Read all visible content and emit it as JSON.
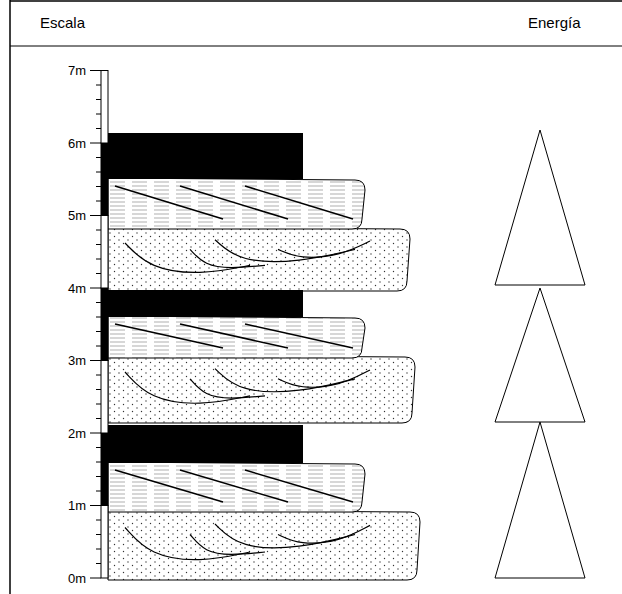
{
  "diagram": {
    "labels": [
      "Escala",
      "Energía",
      "7m",
      "6m",
      "5m",
      "4m",
      "3m",
      "2m",
      "1m",
      "0m"
    ]
  }
}
